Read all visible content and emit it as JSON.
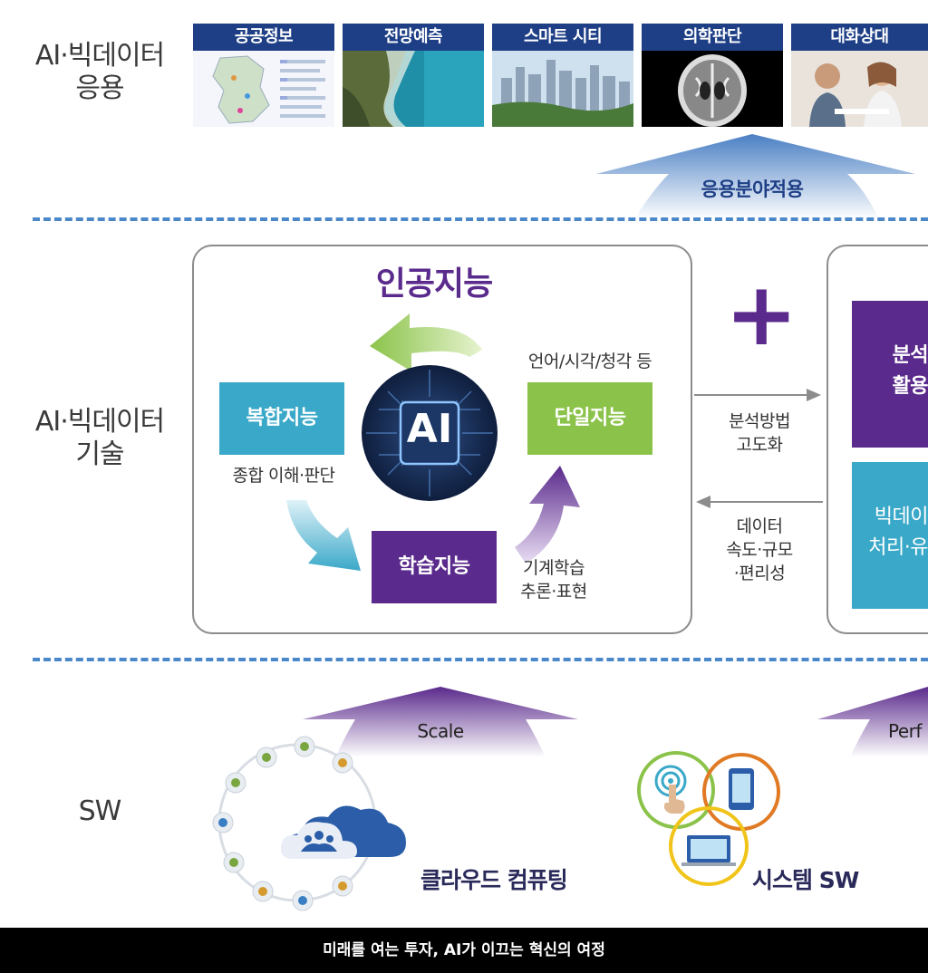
{
  "rows": {
    "application": "AI·빅데이터\n응용",
    "technology": "AI·빅데이터\n기술",
    "sw": "SW"
  },
  "apps": [
    {
      "label": "공공정보",
      "image": "map-thumbnail"
    },
    {
      "label": "전망예측",
      "image": "coastline-photo"
    },
    {
      "label": "스마트 시티",
      "image": "city-skyline-photo"
    },
    {
      "label": "의학판단",
      "image": "brain-scan-image"
    },
    {
      "label": "대화상대",
      "image": "conversation-photo"
    }
  ],
  "application_arrow": "응용분야적용",
  "ai_cycle": {
    "title": "인공지능",
    "center": "AI",
    "complex": {
      "label": "복합지능",
      "caption": "종합 이해·판단"
    },
    "single": {
      "label": "단일지능",
      "caption": "언어/시각/청각 등"
    },
    "learning": {
      "label": "학습지능",
      "caption": "기계학습\n추론·표현"
    }
  },
  "plus_sign": "+",
  "bigdata_boxes": [
    {
      "label": "분석\n활용"
    },
    {
      "label": "빅데이\n처리·유"
    }
  ],
  "arrows_between": {
    "right": "분석방법\n고도화",
    "left": "데이터\n속도·규모\n·편리성"
  },
  "sw_arrows": {
    "left": "Scale",
    "right": "Perf"
  },
  "sw_items": {
    "cloud": "클라우드 컴퓨팅",
    "system": "시스템 SW"
  },
  "footer": "미래를 여는 투자, AI가 이끄는 혁신의 여정",
  "colors": {
    "navy": "#1e3f86",
    "purple": "#5a2a8c",
    "teal": "#3aa8c8",
    "green": "#8bc34a",
    "dash_blue": "#4a88c9"
  }
}
